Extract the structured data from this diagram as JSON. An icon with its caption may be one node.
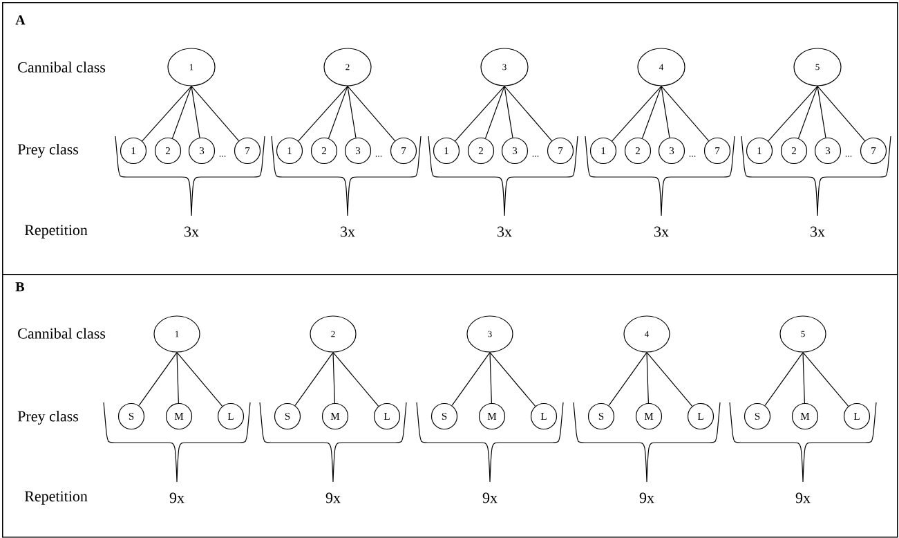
{
  "diagram": {
    "nodes": [
      {
        "text": [
          "A"
        ]
      },
      {
        "text": [
          "1"
        ],
        "in": 0
      },
      {
        "text": [
          "1"
        ],
        "in": 0
      },
      {
        "text": [
          "2"
        ],
        "in": 0
      },
      {
        "text": [
          "3"
        ],
        "in": 0
      },
      {
        "text": [
          "7"
        ],
        "in": 0
      },
      {
        "text": [
          "2"
        ],
        "in": 0
      },
      {
        "text": [
          "1"
        ],
        "in": 0
      },
      {
        "text": [
          "2"
        ],
        "in": 0
      },
      {
        "text": [
          "3"
        ],
        "in": 0
      },
      {
        "text": [
          "7"
        ],
        "in": 0
      },
      {
        "text": [
          "3"
        ],
        "in": 0
      },
      {
        "text": [
          "1"
        ],
        "in": 0
      },
      {
        "text": [
          "2"
        ],
        "in": 0
      },
      {
        "text": [
          "3"
        ],
        "in": 0
      },
      {
        "text": [
          "7"
        ],
        "in": 0
      },
      {
        "text": [
          "4"
        ],
        "in": 0
      },
      {
        "text": [
          "1"
        ],
        "in": 0
      },
      {
        "text": [
          "2"
        ],
        "in": 0
      },
      {
        "text": [
          "3"
        ],
        "in": 0
      },
      {
        "text": [
          "7"
        ],
        "in": 0
      },
      {
        "text": [
          "5"
        ],
        "in": 0
      },
      {
        "text": [
          "1"
        ],
        "in": 0
      },
      {
        "text": [
          "2"
        ],
        "in": 0
      },
      {
        "text": [
          "3"
        ],
        "in": 0
      },
      {
        "text": [
          "7"
        ],
        "in": 0
      },
      {
        "text": [
          "B"
        ]
      },
      {
        "text": [
          "1"
        ],
        "in": 26
      },
      {
        "text": [
          "S"
        ],
        "in": 26
      },
      {
        "text": [
          "M"
        ],
        "in": 26
      },
      {
        "text": [
          "L"
        ],
        "in": 26
      },
      {
        "text": [
          "2"
        ],
        "in": 26
      },
      {
        "text": [
          "S"
        ],
        "in": 26
      },
      {
        "text": [
          "M"
        ],
        "in": 26
      },
      {
        "text": [
          "L"
        ],
        "in": 26
      },
      {
        "text": [
          "3"
        ],
        "in": 26
      },
      {
        "text": [
          "S"
        ],
        "in": 26
      },
      {
        "text": [
          "M"
        ],
        "in": 26
      },
      {
        "text": [
          "L"
        ],
        "in": 26
      },
      {
        "text": [
          "4"
        ],
        "in": 26
      },
      {
        "text": [
          "S"
        ],
        "in": 26
      },
      {
        "text": [
          "M"
        ],
        "in": 26
      },
      {
        "text": [
          "L"
        ],
        "in": 26
      },
      {
        "text": [
          "5"
        ],
        "in": 26
      },
      {
        "text": [
          "S"
        ],
        "in": 26
      },
      {
        "text": [
          "M"
        ],
        "in": 26
      },
      {
        "text": [
          "L"
        ],
        "in": 26
      }
    ],
    "edges": [
      {
        "from": 1,
        "to": 2,
        "arrow": "none"
      },
      {
        "from": 1,
        "to": 3,
        "arrow": "none"
      },
      {
        "from": 1,
        "to": 4,
        "arrow": "none"
      },
      {
        "from": 1,
        "to": 5,
        "arrow": "none"
      },
      {
        "from": 6,
        "to": 7,
        "arrow": "none"
      },
      {
        "from": 6,
        "to": 8,
        "arrow": "none"
      },
      {
        "from": 6,
        "to": 9,
        "arrow": "none"
      },
      {
        "from": 6,
        "to": 10,
        "arrow": "none"
      },
      {
        "from": 11,
        "to": 12,
        "arrow": "none"
      },
      {
        "from": 11,
        "to": 13,
        "arrow": "none"
      },
      {
        "from": 11,
        "to": 14,
        "arrow": "none"
      },
      {
        "from": 11,
        "to": 15,
        "arrow": "none"
      },
      {
        "from": 16,
        "to": 17,
        "arrow": "none"
      },
      {
        "from": 16,
        "to": 18,
        "arrow": "none"
      },
      {
        "from": 16,
        "to": 19,
        "arrow": "none"
      },
      {
        "from": 16,
        "to": 20,
        "arrow": "none"
      },
      {
        "from": 21,
        "to": 22,
        "arrow": "none"
      },
      {
        "from": 21,
        "to": 23,
        "arrow": "none"
      },
      {
        "from": 21,
        "to": 24,
        "arrow": "none"
      },
      {
        "from": 21,
        "to": 25,
        "arrow": "none"
      },
      {
        "from": 27,
        "to": 28,
        "arrow": "none"
      },
      {
        "from": 27,
        "to": 29,
        "arrow": "none"
      },
      {
        "from": 27,
        "to": 30,
        "arrow": "none"
      },
      {
        "from": 31,
        "to": 32,
        "arrow": "none"
      },
      {
        "from": 31,
        "to": 33,
        "arrow": "none"
      },
      {
        "from": 31,
        "to": 34,
        "arrow": "none"
      },
      {
        "from": 35,
        "to": 36,
        "arrow": "none"
      },
      {
        "from": 35,
        "to": 37,
        "arrow": "none"
      },
      {
        "from": 35,
        "to": 38,
        "arrow": "none"
      },
      {
        "from": 39,
        "to": 40,
        "arrow": "none"
      },
      {
        "from": 39,
        "to": 41,
        "arrow": "none"
      },
      {
        "from": 39,
        "to": 42,
        "arrow": "none"
      },
      {
        "from": 43,
        "to": 44,
        "arrow": "none"
      },
      {
        "from": 43,
        "to": 45,
        "arrow": "none"
      },
      {
        "from": 43,
        "to": 46,
        "arrow": "none"
      }
    ],
    "labels": [
      "Cannibal class",
      "Prey class",
      "...",
      "...",
      "...",
      "...",
      "...",
      "Repetition",
      "3x",
      "3x",
      "3x",
      "3x",
      "3x",
      "Cannibal class",
      "Prey class",
      "Repetition",
      "9x",
      "9x",
      "9x",
      "9x",
      "9x"
    ]
  }
}
